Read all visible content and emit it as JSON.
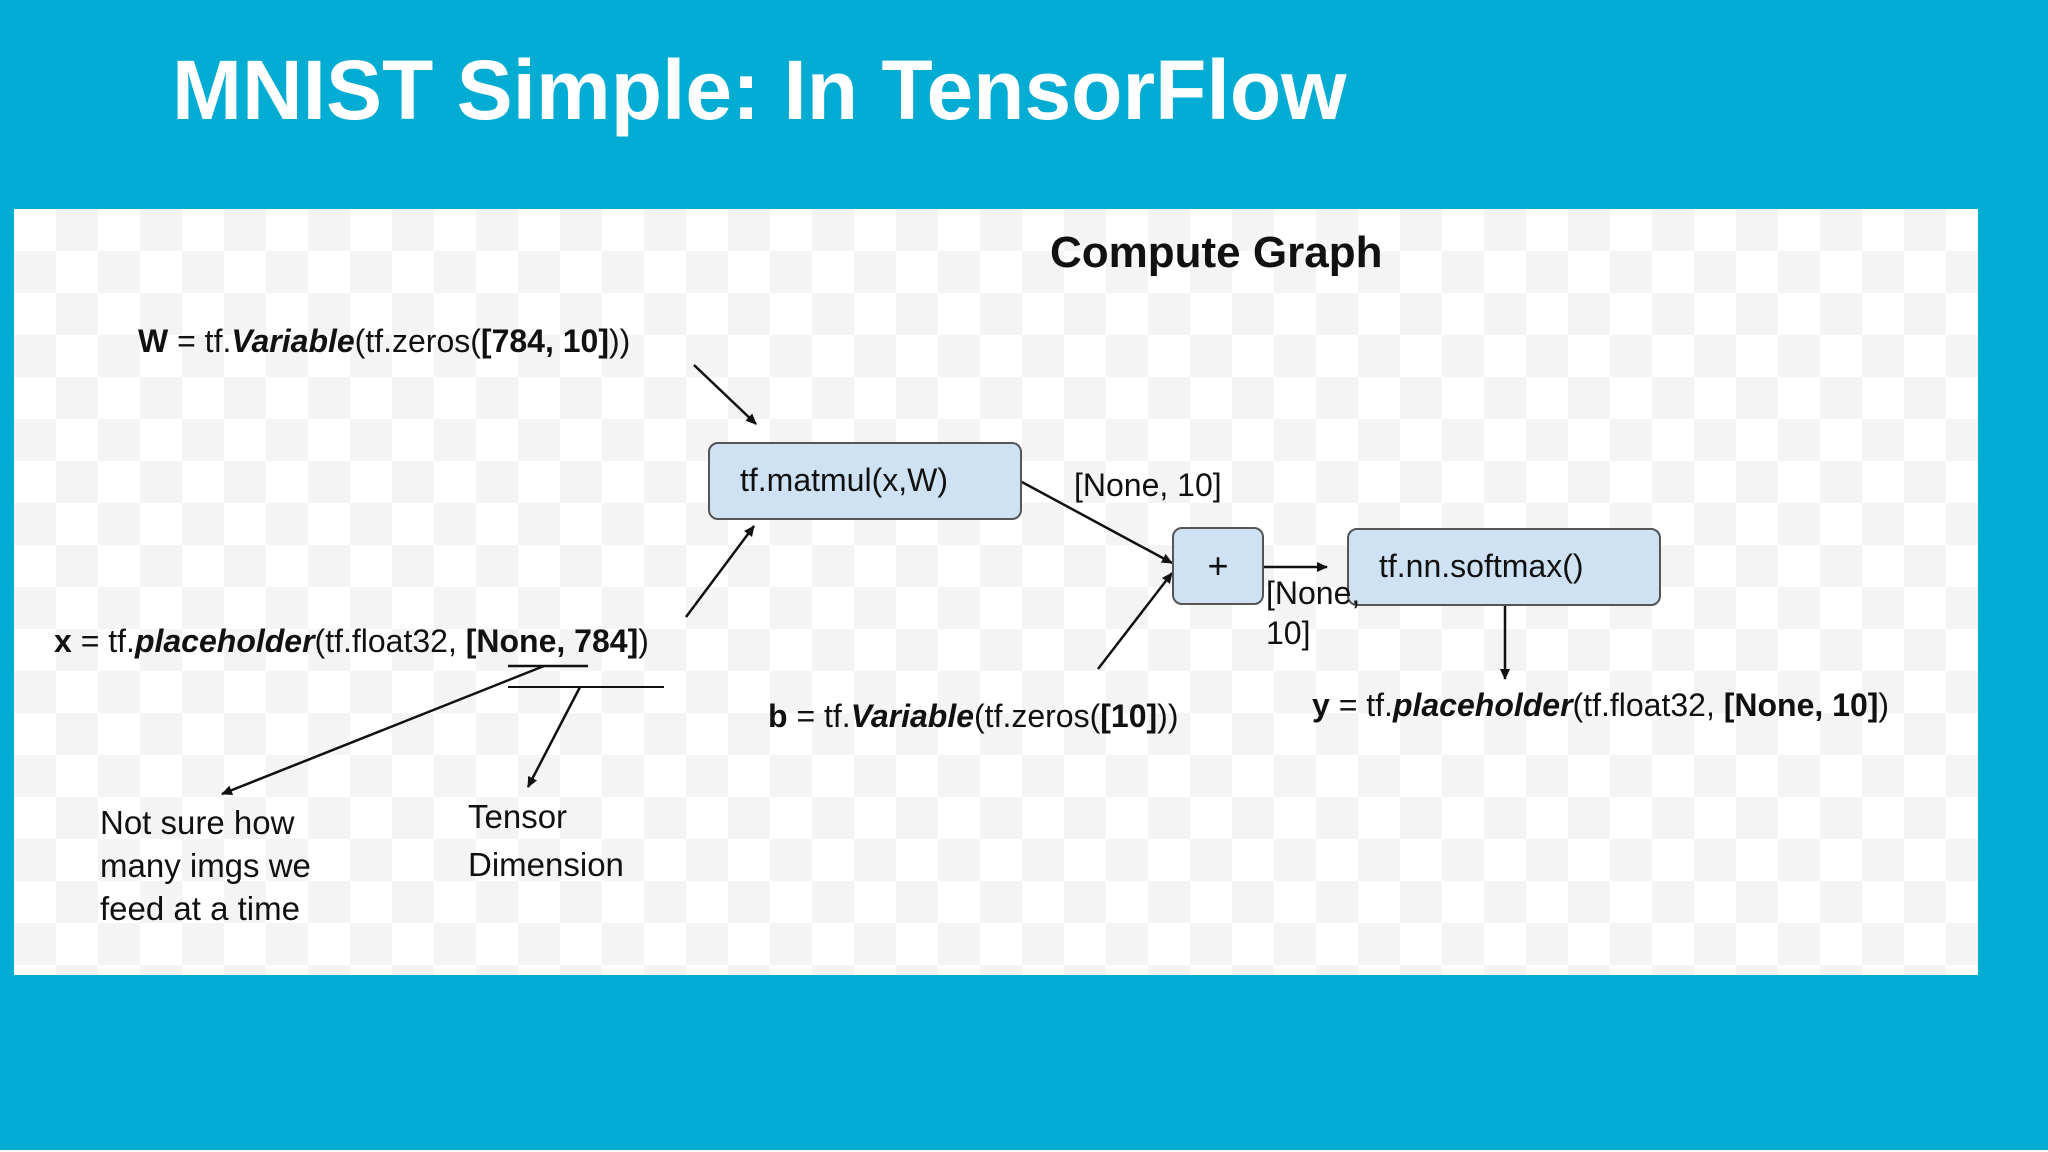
{
  "slide": {
    "title": "MNIST Simple: In TensorFlow",
    "background_color": "#02acd3"
  },
  "diagram": {
    "title": "Compute Graph",
    "w_def": {
      "var": "W",
      "eq": " = tf.",
      "fn": "Variable",
      "args_open": "(tf.zeros(",
      "shape": "[784, 10]",
      "args_close": "))"
    },
    "x_def": {
      "var": "x",
      "eq": " = tf.",
      "fn": "placeholder",
      "args_open": "(tf.float32, ",
      "shape": "[None, 784]",
      "args_close": ")"
    },
    "b_def": {
      "var": "b",
      "eq": " = tf.",
      "fn": "Variable",
      "args_open": "(tf.zeros(",
      "shape": "[10]",
      "args_close": "))"
    },
    "y_def": {
      "var": "y",
      "eq": " = tf.",
      "fn": "placeholder",
      "args_open": "(tf.float32, ",
      "shape": "[None, 10]",
      "args_close": ")"
    },
    "nodes": {
      "matmul": "tf.matmul(x,W)",
      "add": "+",
      "softmax": "tf.nn.softmax()"
    },
    "edge_labels": {
      "matmul_out": "[None, 10]",
      "add_out_line1": "[None,",
      "add_out_line2": "10]"
    },
    "annotations": {
      "batch_note": "Not sure how many imgs we feed at a time",
      "dimension_note_line1": "Tensor",
      "dimension_note_line2": "Dimension"
    },
    "node_fill_color": "#cfe2f3"
  }
}
